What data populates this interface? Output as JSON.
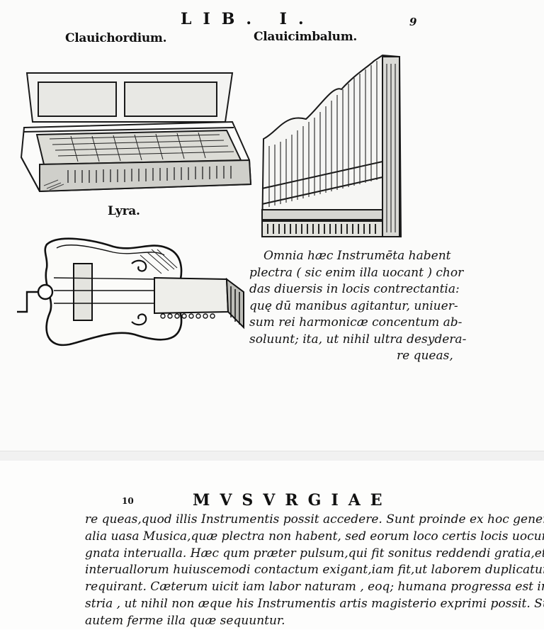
{
  "page_top": {
    "header": "LIB. I.",
    "page_number": "9",
    "figures": {
      "clavichord_label": "Clauichordium.",
      "clavicymbal_label": "Clauicimbalum.",
      "lyra_label": "Lyra."
    },
    "caption_lines": [
      "Omnia hæc Instrumēta habent",
      "plectra ( sic enim illa uocant ) chor",
      "das diuersis in locis contrectantia:",
      "quę dū manibus agitantur, uniuer-",
      "sum rei harmonicæ concentum ab-",
      "soluunt; ita, ut nihil ultra desydera-",
      "re queas,"
    ]
  },
  "page_bottom": {
    "page_number": "10",
    "header": "MVSVRGIAE",
    "body_lines": [
      "re queas,quod illis Instrumentis possit accedere. Sunt proinde ex hoc genere",
      "alia uasa Musica,quæ plectra non habent, sed eorum loco certis locis uocum si-",
      "gnata interualla. Hæc qum præter pulsum,qui fit sonitus reddendi gratia,etiam",
      "interuallorum huiuscemodi contactum exigant,iam fit,ut laborem duplicatum",
      "requirant. Cæterum uicit iam labor naturam , eoq; humana progressa est indu-",
      "stria , ut nihil non æque his Instrumentis artis magisterio exprimi possit. Sunt",
      "autem ferme illa quæ sequuntur."
    ]
  }
}
